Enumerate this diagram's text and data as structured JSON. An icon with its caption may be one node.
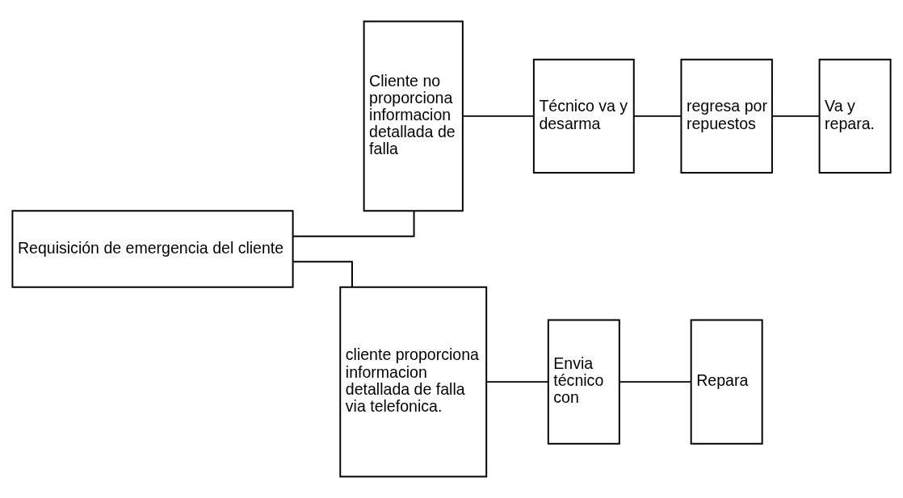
{
  "diagram": {
    "nodes": [
      {
        "text": [
          "Requisición de emergencia del cliente"
        ]
      },
      {
        "text": [
          "Cliente no proporciona informacion detallada de falla"
        ]
      },
      {
        "text": [
          "Técnico va y desarma"
        ]
      },
      {
        "text": [
          "regresa por repuestos"
        ]
      },
      {
        "text": [
          "Va y repara."
        ]
      },
      {
        "text": [
          "cliente proporciona informacion detallada de falla via telefonica."
        ]
      },
      {
        "text": [
          "Envia técnico con"
        ]
      },
      {
        "text": [
          "Repara"
        ]
      }
    ],
    "edges": [
      {
        "from": 0,
        "to": 1,
        "arrow": "none"
      },
      {
        "from": 0,
        "to": 5,
        "arrow": "none"
      },
      {
        "from": 1,
        "to": 2,
        "arrow": "none"
      },
      {
        "from": 2,
        "to": 3,
        "arrow": "none"
      },
      {
        "from": 3,
        "to": 4,
        "arrow": "none"
      },
      {
        "from": 5,
        "to": 6,
        "arrow": "none"
      },
      {
        "from": 6,
        "to": 7,
        "arrow": "none"
      }
    ]
  }
}
